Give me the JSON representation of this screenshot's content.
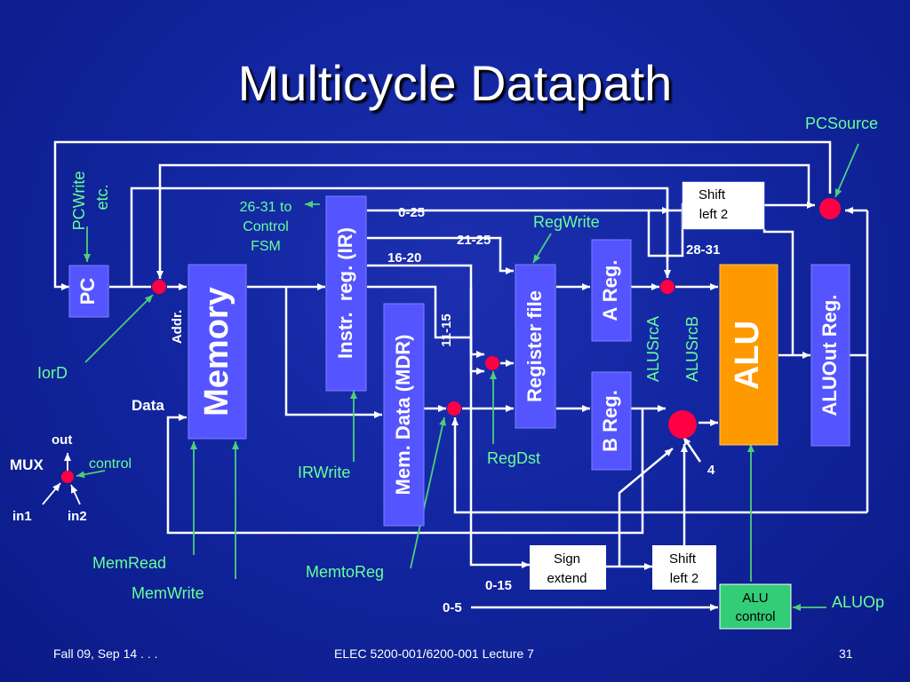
{
  "title": "Multicycle Datapath",
  "components": {
    "pc": "PC",
    "memory": "Memory",
    "ir": "Instr.  reg. (IR)",
    "mdr": "Mem. Data (MDR)",
    "register_file": "Register file",
    "a_reg": "A Reg.",
    "b_reg": "B Reg.",
    "alu": "ALU",
    "aluout": "ALUOut Reg.",
    "shift_left_top_line1": "Shift",
    "shift_left_top_line2": "left 2",
    "sign_extend_line1": "Sign",
    "sign_extend_line2": "extend",
    "shift_left_bottom_line1": "Shift",
    "shift_left_bottom_line2": "left 2",
    "alu_control_line1": "ALU",
    "alu_control_line2": "control"
  },
  "control_signals": {
    "pcwrite_line1": "PCWrite",
    "pcwrite_line2": "etc.",
    "iord": "IorD",
    "memread": "MemRead",
    "memwrite": "MemWrite",
    "irwrite": "IRWrite",
    "memtoreg": "MemtoReg",
    "regdst": "RegDst",
    "regwrite": "RegWrite",
    "alusrca": "ALUSrcA",
    "alusrcb": "ALUSrcB",
    "pcsource": "PCSource",
    "aluop": "ALUOp",
    "control_fsm_line1": "26-31 to",
    "control_fsm_line2": "Control",
    "control_fsm_line3": "FSM"
  },
  "bus_labels": {
    "addr": "Addr.",
    "data": "Data",
    "b0_25": "0-25",
    "b21_25": "21-25",
    "b16_20": "16-20",
    "b11_15": "11-15",
    "b28_31": "28-31",
    "b0_15": "0-15",
    "b0_5": "0-5",
    "const4": "4"
  },
  "legend": {
    "mux": "MUX",
    "out": "out",
    "control": "control",
    "in1": "in1",
    "in2": "in2"
  },
  "footer": {
    "date": "Fall 09, Sep 14 . . .",
    "course": "ELEC 5200-001/6200-001 Lecture 7",
    "page": "31"
  },
  "colors": {
    "background": "#1226a0",
    "component_box": "#5555ff",
    "alu_box": "#ff9900",
    "alu_control_box": "#33cc77",
    "mux_dot": "#ff0044",
    "control_text": "#66ff99",
    "wire": "#ffffff"
  }
}
